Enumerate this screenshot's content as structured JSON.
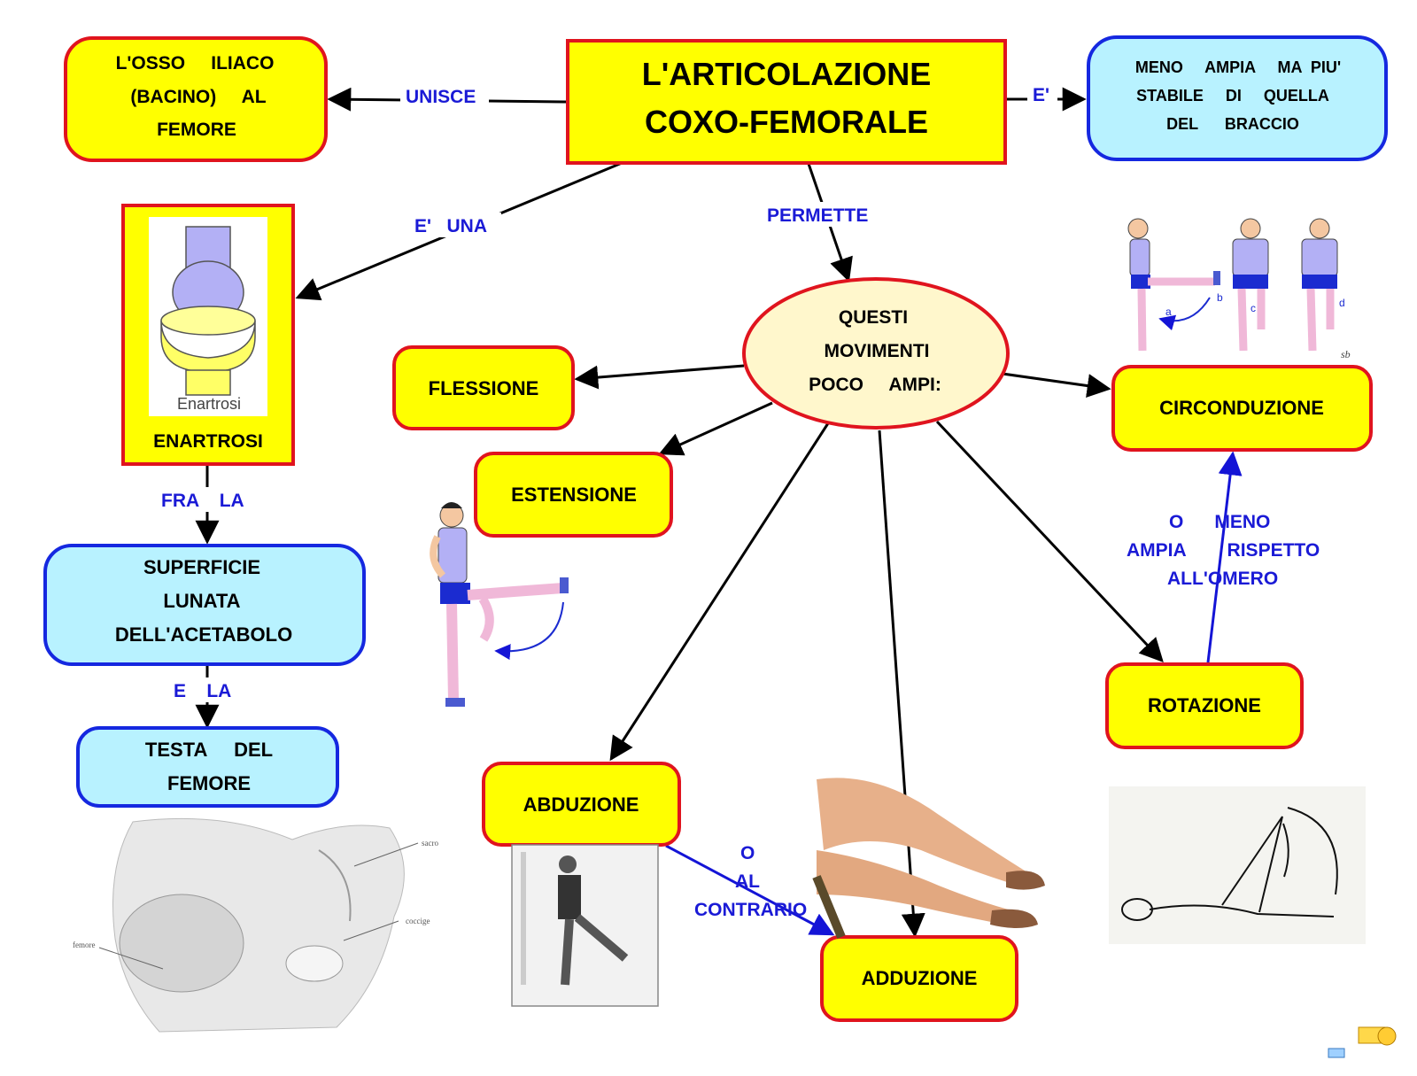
{
  "title": {
    "line1": "L'ARTICOLAZIONE",
    "line2": "COXO-FEMORALE"
  },
  "nodes": {
    "osso_iliaco": {
      "line1": "L'OSSO     ILIACO",
      "line2": "(BACINO)     AL",
      "line3": "FEMORE"
    },
    "meno_ampia": {
      "line1": "MENO     AMPIA     MA  PIU'",
      "line2": "STABILE     DI     QUELLA",
      "line3": "DEL      BRACCIO"
    },
    "enartrosi": {
      "label": "ENARTROSI",
      "image_caption": "Enartrosi"
    },
    "superficie": {
      "line1": "SUPERFICIE",
      "line2": "LUNATA",
      "line3": "DELL'ACETABOLO"
    },
    "testa": {
      "line1": "TESTA     DEL",
      "line2": "FEMORE"
    },
    "movimenti": {
      "line1": "QUESTI",
      "line2": "MOVIMENTI",
      "line3": "POCO     AMPI:"
    },
    "flessione": "FLESSIONE",
    "estensione": "ESTENSIONE",
    "circonduzione": "CIRCONDUZIONE",
    "rotazione": "ROTAZIONE",
    "abduzione": "ABDUZIONE",
    "adduzione": "ADDUZIONE"
  },
  "links": {
    "unisce": "UNISCE",
    "e": "E'",
    "e_una": "E'   UNA",
    "permette": "PERMETTE",
    "fra_la": "FRA    LA",
    "e_la": "E    LA",
    "o_meno_1": "O      MENO",
    "o_meno_2": "AMPIA        RISPETTO",
    "o_meno_3": "ALL'OMERO",
    "contrario_1": "O",
    "contrario_2": "AL",
    "contrario_3": "CONTRARIO"
  },
  "pelvis_labels": {
    "sacro": "sacro",
    "coccige": "coccige",
    "femore": "femore"
  },
  "figure_marks": {
    "a": "a",
    "b": "b",
    "c": "c",
    "d": "d",
    "sb": "sb"
  },
  "colors": {
    "yellow": "#ffff00",
    "red_border": "#e0141e",
    "cyan": "#b8f2ff",
    "blue_border": "#1528e0",
    "link_text": "#1a1ad6",
    "oval_fill": "#fff7cc"
  }
}
